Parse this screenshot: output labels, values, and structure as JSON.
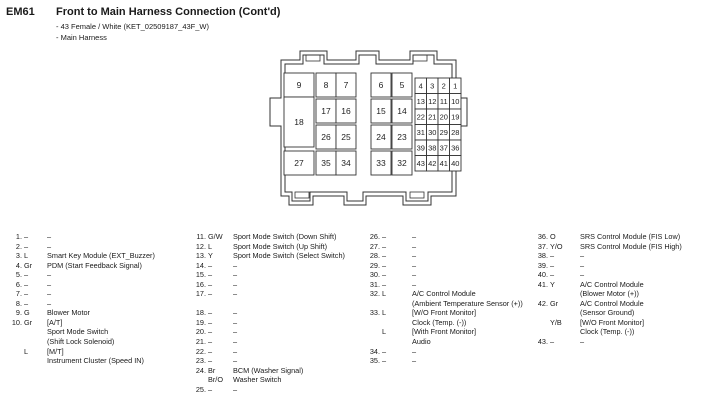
{
  "header": {
    "code": "EM61",
    "title": "Front to Main Harness Connection (Cont'd)",
    "sub1": "- 43 Female / White (KET_02509187_43F_W)",
    "sub2": "- Main Harness"
  },
  "connector": {
    "left_block": [
      [
        "9",
        "8",
        "7"
      ],
      [
        "18",
        "17",
        "16"
      ],
      [
        "",
        "26",
        "25"
      ],
      [
        "27",
        "35",
        "34"
      ]
    ],
    "mid_block": [
      [
        "6",
        "5"
      ],
      [
        "15",
        "14"
      ],
      [
        "24",
        "23"
      ],
      [
        "33",
        "32"
      ]
    ],
    "right_block": [
      [
        "4",
        "3",
        "2",
        "1"
      ],
      [
        "13",
        "12",
        "11",
        "10"
      ],
      [
        "22",
        "21",
        "20",
        "19"
      ],
      [
        "31",
        "30",
        "29",
        "28"
      ],
      [
        "39",
        "38",
        "37",
        "36"
      ],
      [
        "43",
        "42",
        "41",
        "40"
      ]
    ]
  },
  "columns": [
    [
      {
        "pin": "1.",
        "wire": "–",
        "desc": "–"
      },
      {
        "pin": "2.",
        "wire": "–",
        "desc": "–"
      },
      {
        "pin": "3.",
        "wire": "L",
        "desc": "Smart Key Module (EXT_Buzzer)"
      },
      {
        "pin": "4.",
        "wire": "Gr",
        "desc": "PDM (Start Feedback Signal)"
      },
      {
        "pin": "5.",
        "wire": "–",
        "desc": "–"
      },
      {
        "pin": "6.",
        "wire": "–",
        "desc": "–"
      },
      {
        "pin": "7.",
        "wire": "–",
        "desc": "–"
      },
      {
        "pin": "8.",
        "wire": "–",
        "desc": "–"
      },
      {
        "pin": "9.",
        "wire": "G",
        "desc": "Blower Motor"
      },
      {
        "pin": "10.",
        "wire": "Gr",
        "desc": "[A/T]"
      },
      {
        "pin": "",
        "wire": "",
        "desc": "Sport Mode Switch"
      },
      {
        "pin": "",
        "wire": "",
        "desc": "(Shift Lock Solenoid)"
      },
      {
        "pin": "",
        "wire": "L",
        "desc": "[M/T]"
      },
      {
        "pin": "",
        "wire": "",
        "desc": "Instrument Cluster (Speed IN)"
      }
    ],
    [
      {
        "pin": "11.",
        "wire": "G/W",
        "desc": "Sport Mode Switch (Down Shift)"
      },
      {
        "pin": "12.",
        "wire": "L",
        "desc": "Sport Mode Switch (Up Shift)"
      },
      {
        "pin": "13.",
        "wire": "Y",
        "desc": "Sport Mode Switch (Select Switch)"
      },
      {
        "pin": "14.",
        "wire": "–",
        "desc": "–"
      },
      {
        "pin": "15.",
        "wire": "–",
        "desc": "–"
      },
      {
        "pin": "16.",
        "wire": "–",
        "desc": "–"
      },
      {
        "pin": "17.",
        "wire": "–",
        "desc": "–"
      },
      {
        "pin": "",
        "wire": "",
        "desc": ""
      },
      {
        "pin": "18.",
        "wire": "–",
        "desc": "–"
      },
      {
        "pin": "19.",
        "wire": "–",
        "desc": "–"
      },
      {
        "pin": "20.",
        "wire": "–",
        "desc": "–"
      },
      {
        "pin": "21.",
        "wire": "–",
        "desc": "–"
      },
      {
        "pin": "22.",
        "wire": "–",
        "desc": "–"
      },
      {
        "pin": "23.",
        "wire": "–",
        "desc": "–"
      },
      {
        "pin": "24.",
        "wire": "Br",
        "desc": "BCM (Washer Signal)"
      },
      {
        "pin": "",
        "wire": "Br/O",
        "desc": "Washer Switch"
      },
      {
        "pin": "25.",
        "wire": "–",
        "desc": "–"
      }
    ],
    [
      {
        "pin": "26.",
        "wire": "–",
        "desc": "–"
      },
      {
        "pin": "27.",
        "wire": "–",
        "desc": "–"
      },
      {
        "pin": "28.",
        "wire": "–",
        "desc": "–"
      },
      {
        "pin": "29.",
        "wire": "–",
        "desc": "–"
      },
      {
        "pin": "30.",
        "wire": "–",
        "desc": "–"
      },
      {
        "pin": "31.",
        "wire": "–",
        "desc": "–"
      },
      {
        "pin": "32.",
        "wire": "L",
        "desc": "A/C Control Module"
      },
      {
        "pin": "",
        "wire": "",
        "desc": "(Ambient Temperature Sensor (+))"
      },
      {
        "pin": "33.",
        "wire": "L",
        "desc": "[W/O Front Monitor]"
      },
      {
        "pin": "",
        "wire": "",
        "desc": "Clock (Temp. (-))"
      },
      {
        "pin": "",
        "wire": "L",
        "desc": "[With Front Monitor]"
      },
      {
        "pin": "",
        "wire": "",
        "desc": "Audio"
      },
      {
        "pin": "34.",
        "wire": "–",
        "desc": "–"
      },
      {
        "pin": "35.",
        "wire": "–",
        "desc": "–"
      }
    ],
    [
      {
        "pin": "36.",
        "wire": "O",
        "desc": "SRS Control Module (FIS Low)"
      },
      {
        "pin": "37.",
        "wire": "Y/O",
        "desc": "SRS Control Module (FIS High)"
      },
      {
        "pin": "38.",
        "wire": "–",
        "desc": "–"
      },
      {
        "pin": "39.",
        "wire": "–",
        "desc": "–"
      },
      {
        "pin": "40.",
        "wire": "–",
        "desc": "–"
      },
      {
        "pin": "41.",
        "wire": "Y",
        "desc": "A/C Control Module"
      },
      {
        "pin": "",
        "wire": "",
        "desc": "(Blower Motor (+))"
      },
      {
        "pin": "42.",
        "wire": "Gr",
        "desc": "A/C Control Module"
      },
      {
        "pin": "",
        "wire": "",
        "desc": "(Sensor Ground)"
      },
      {
        "pin": "",
        "wire": "Y/B",
        "desc": "[W/O Front Monitor]"
      },
      {
        "pin": "",
        "wire": "",
        "desc": "Clock (Temp. (-))"
      },
      {
        "pin": "43.",
        "wire": "–",
        "desc": "–"
      }
    ]
  ]
}
